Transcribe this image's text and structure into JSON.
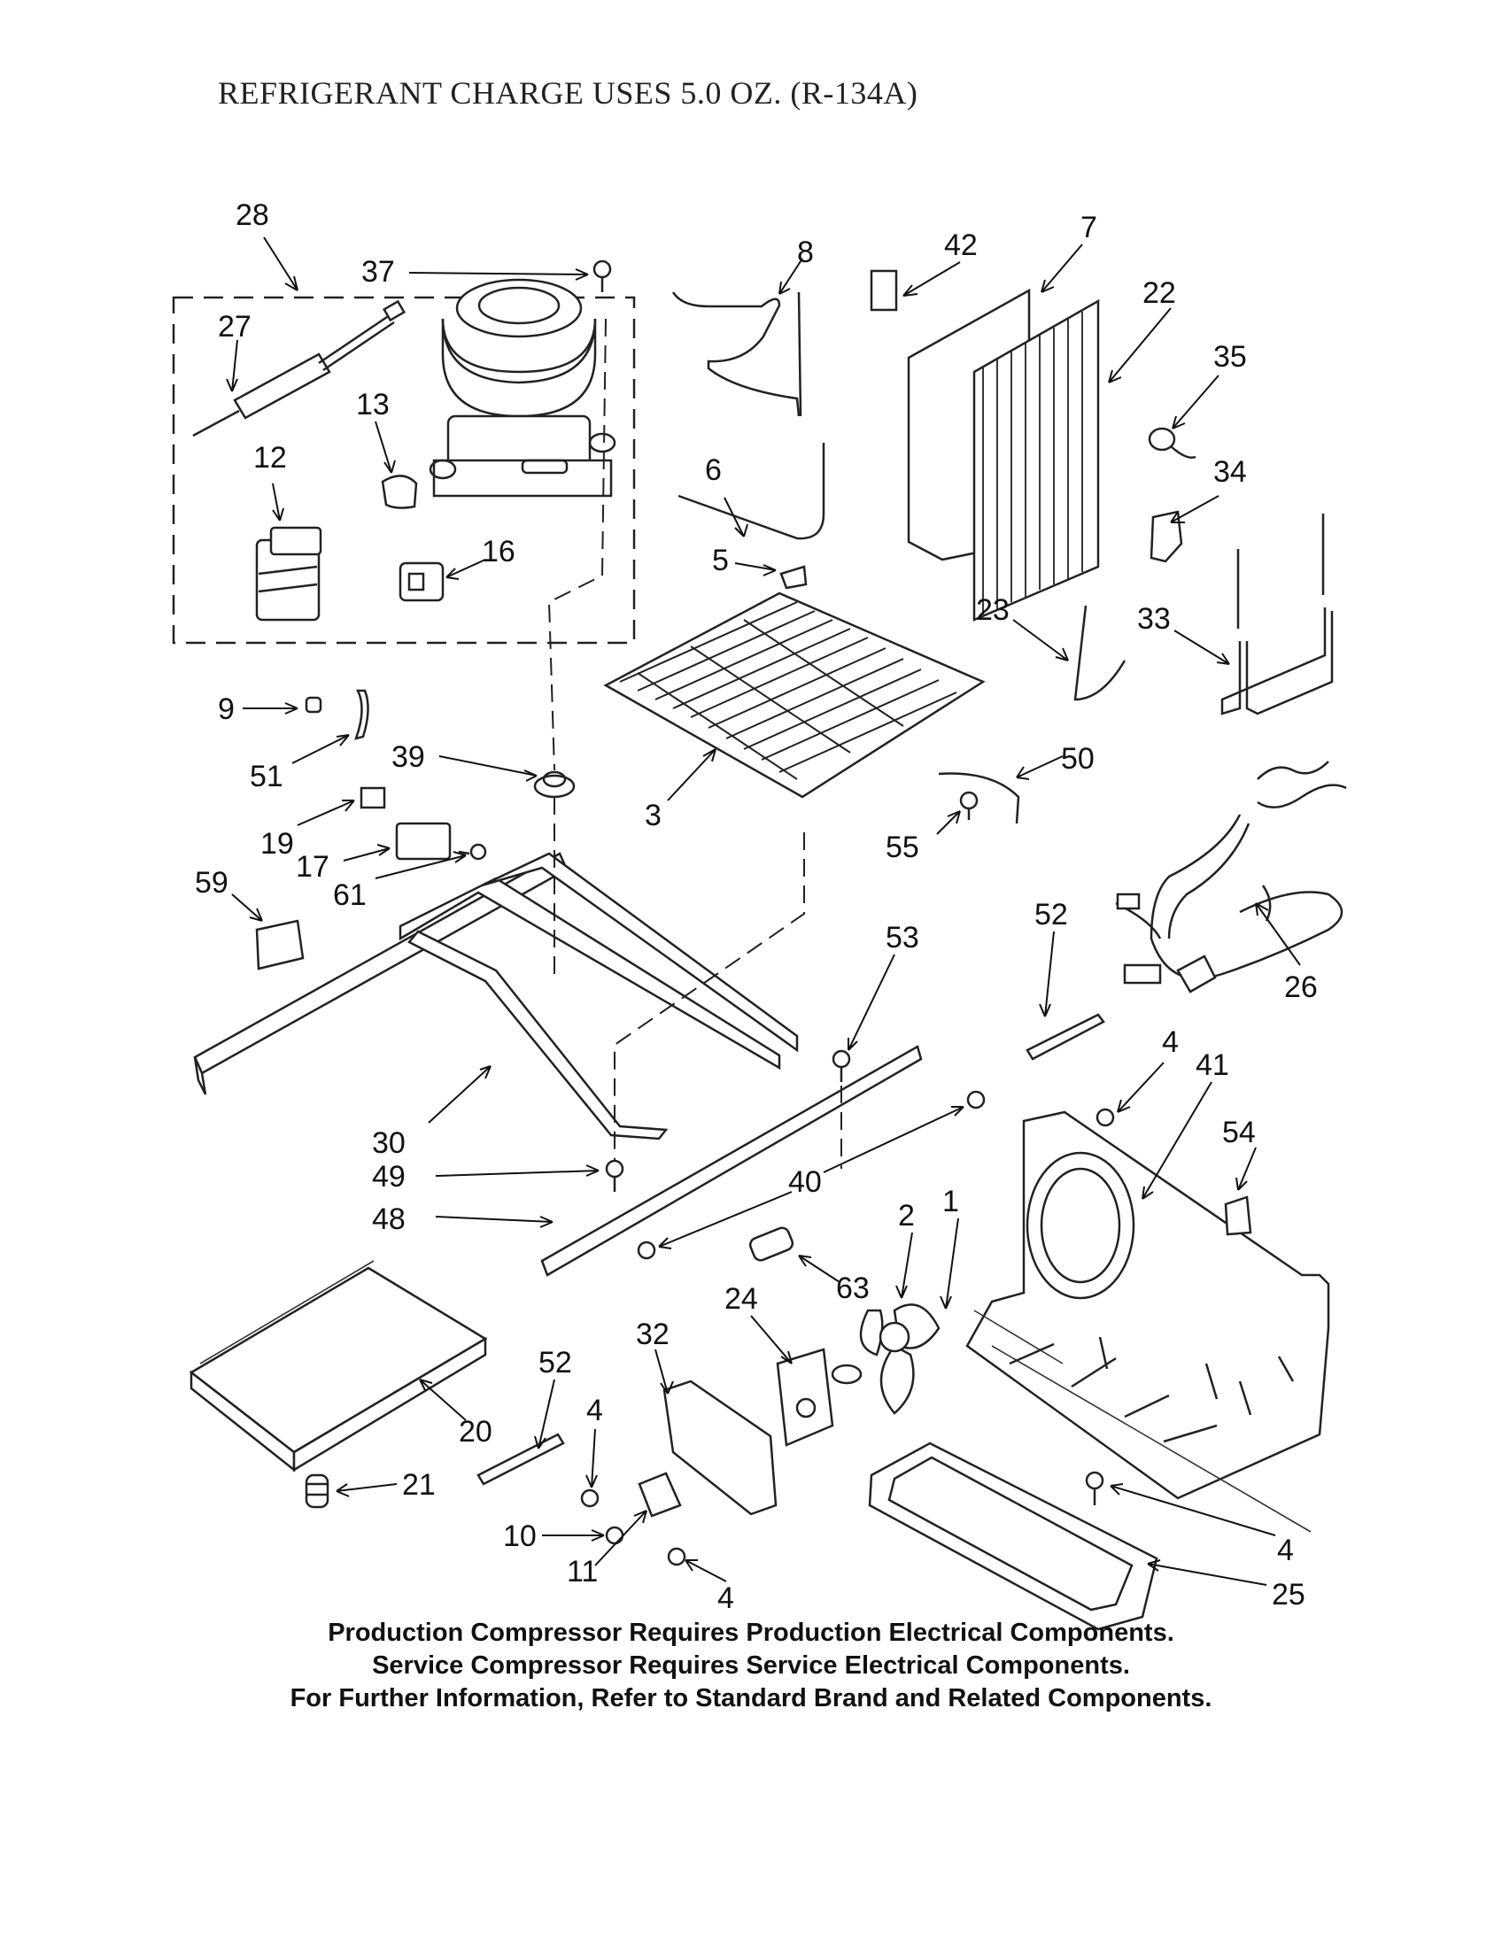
{
  "header": {
    "title": "REFRIGERANT CHARGE USES 5.0 OZ. (R-134A)"
  },
  "callouts": [
    {
      "id": "28",
      "label": "28"
    },
    {
      "id": "37",
      "label": "37"
    },
    {
      "id": "27",
      "label": "27"
    },
    {
      "id": "13",
      "label": "13"
    },
    {
      "id": "12",
      "label": "12"
    },
    {
      "id": "16",
      "label": "16"
    },
    {
      "id": "8",
      "label": "8"
    },
    {
      "id": "42",
      "label": "42"
    },
    {
      "id": "7",
      "label": "7"
    },
    {
      "id": "22",
      "label": "22"
    },
    {
      "id": "35",
      "label": "35"
    },
    {
      "id": "34",
      "label": "34"
    },
    {
      "id": "6",
      "label": "6"
    },
    {
      "id": "5",
      "label": "5"
    },
    {
      "id": "23",
      "label": "23"
    },
    {
      "id": "33",
      "label": "33"
    },
    {
      "id": "9",
      "label": "9"
    },
    {
      "id": "51",
      "label": "51"
    },
    {
      "id": "39",
      "label": "39"
    },
    {
      "id": "19",
      "label": "19"
    },
    {
      "id": "17",
      "label": "17"
    },
    {
      "id": "61",
      "label": "61"
    },
    {
      "id": "3",
      "label": "3"
    },
    {
      "id": "50",
      "label": "50"
    },
    {
      "id": "55",
      "label": "55"
    },
    {
      "id": "59",
      "label": "59"
    },
    {
      "id": "52a",
      "label": "52"
    },
    {
      "id": "26",
      "label": "26"
    },
    {
      "id": "53",
      "label": "53"
    },
    {
      "id": "4a",
      "label": "4"
    },
    {
      "id": "41",
      "label": "41"
    },
    {
      "id": "30",
      "label": "30"
    },
    {
      "id": "49",
      "label": "49"
    },
    {
      "id": "54",
      "label": "54"
    },
    {
      "id": "40",
      "label": "40"
    },
    {
      "id": "48",
      "label": "48"
    },
    {
      "id": "1",
      "label": "1"
    },
    {
      "id": "2",
      "label": "2"
    },
    {
      "id": "63",
      "label": "63"
    },
    {
      "id": "24",
      "label": "24"
    },
    {
      "id": "52b",
      "label": "52"
    },
    {
      "id": "32",
      "label": "32"
    },
    {
      "id": "20",
      "label": "20"
    },
    {
      "id": "4b",
      "label": "4"
    },
    {
      "id": "21",
      "label": "21"
    },
    {
      "id": "10",
      "label": "10"
    },
    {
      "id": "11",
      "label": "11"
    },
    {
      "id": "4c",
      "label": "4"
    },
    {
      "id": "4d",
      "label": "4"
    },
    {
      "id": "25",
      "label": "25"
    }
  ],
  "footer": {
    "line1": "Production Compressor Requires Production Electrical Components.",
    "line2": "Service Compressor Requires Service Electrical Components.",
    "line3": "For Further Information, Refer to Standard Brand and Related Components."
  }
}
